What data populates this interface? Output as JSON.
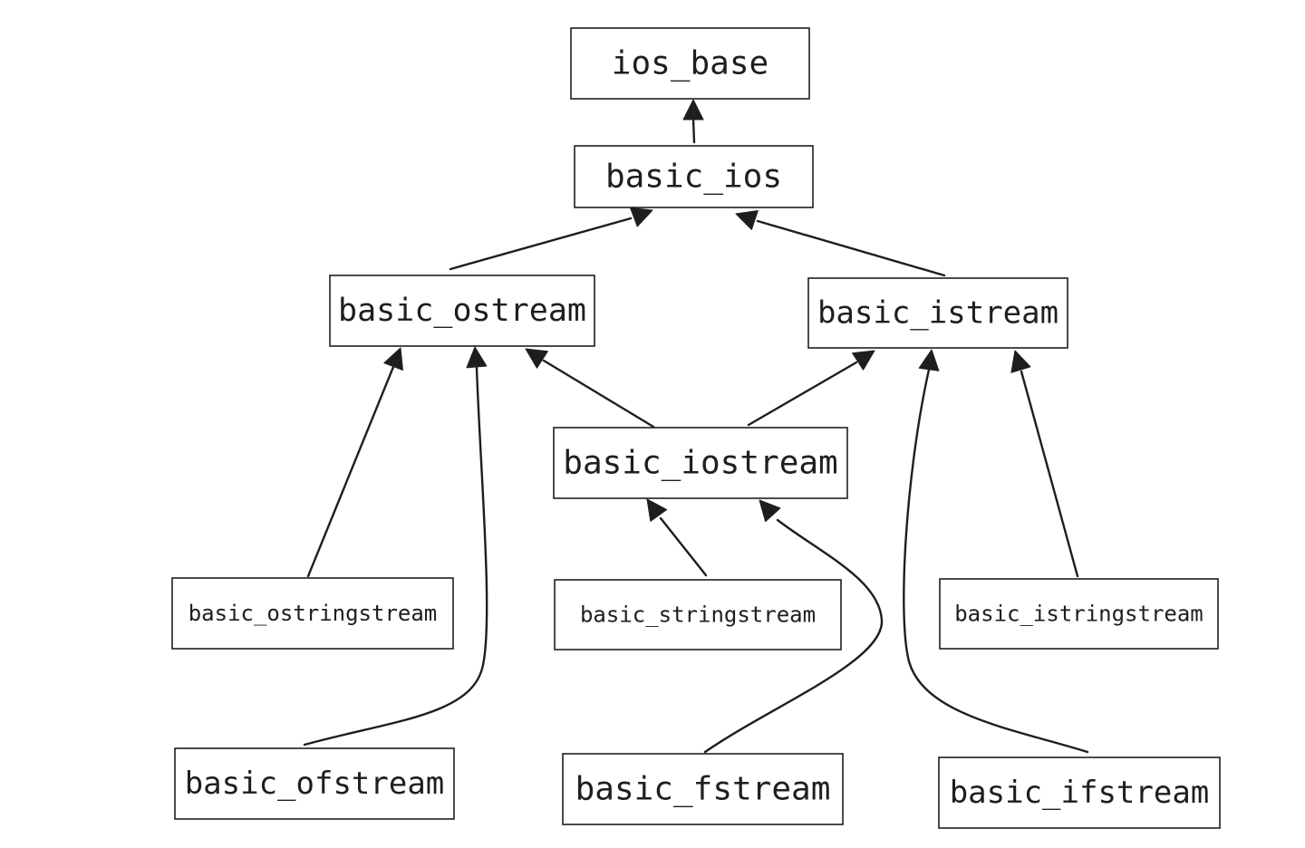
{
  "diagram": {
    "nodes": [
      {
        "id": "ios_base",
        "label": "ios_base"
      },
      {
        "id": "basic_ios",
        "label": "basic_ios"
      },
      {
        "id": "basic_ostream",
        "label": "basic_ostream"
      },
      {
        "id": "basic_istream",
        "label": "basic_istream"
      },
      {
        "id": "basic_iostream",
        "label": "basic_iostream"
      },
      {
        "id": "basic_ostringstream",
        "label": "basic_ostringstream"
      },
      {
        "id": "basic_stringstream",
        "label": "basic_stringstream"
      },
      {
        "id": "basic_istringstream",
        "label": "basic_istringstream"
      },
      {
        "id": "basic_ofstream",
        "label": "basic_ofstream"
      },
      {
        "id": "basic_fstream",
        "label": "basic_fstream"
      },
      {
        "id": "basic_ifstream",
        "label": "basic_ifstream"
      }
    ],
    "edges": [
      {
        "from": "basic_ios",
        "to": "ios_base"
      },
      {
        "from": "basic_ostream",
        "to": "basic_ios"
      },
      {
        "from": "basic_istream",
        "to": "basic_ios"
      },
      {
        "from": "basic_iostream",
        "to": "basic_ostream"
      },
      {
        "from": "basic_iostream",
        "to": "basic_istream"
      },
      {
        "from": "basic_ostringstream",
        "to": "basic_ostream"
      },
      {
        "from": "basic_ofstream",
        "to": "basic_ostream"
      },
      {
        "from": "basic_stringstream",
        "to": "basic_iostream"
      },
      {
        "from": "basic_fstream",
        "to": "basic_iostream"
      },
      {
        "from": "basic_istringstream",
        "to": "basic_istream"
      },
      {
        "from": "basic_ifstream",
        "to": "basic_istream"
      }
    ]
  }
}
